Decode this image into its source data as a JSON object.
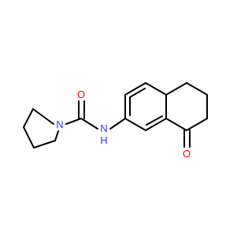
{
  "colors": {
    "background": "#ffffff",
    "bond": "#000000",
    "nitrogen": "#3333ff",
    "oxygen": "#ff0000"
  },
  "atoms": {
    "n_pyrrolidine": {
      "symbol": "N"
    },
    "o_amide": {
      "symbol": "O"
    },
    "n_amide": {
      "symbol": "N"
    },
    "h_amide": {
      "symbol": "H"
    },
    "o_ketone": {
      "symbol": "O"
    }
  }
}
